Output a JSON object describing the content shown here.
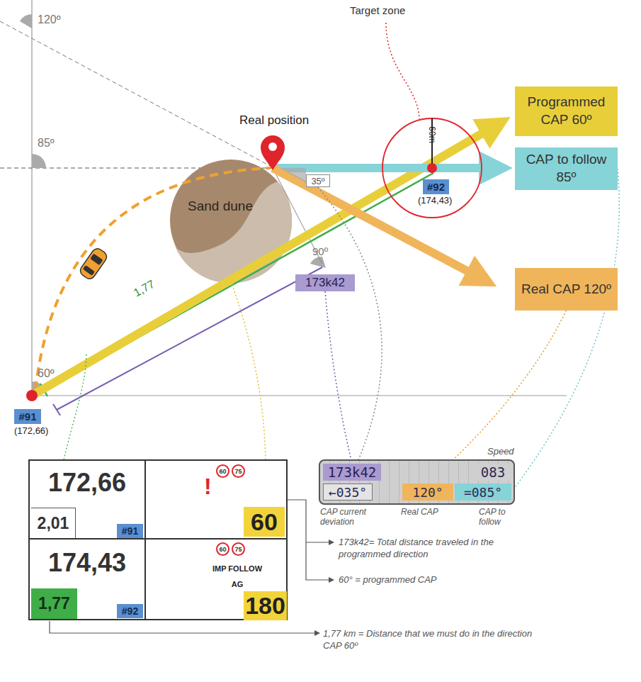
{
  "diagram": {
    "nodes": [
      {
        "text": [
          "Programmed CAP 60º"
        ]
      },
      {
        "text": [
          "CAP to follow 85º"
        ]
      },
      {
        "text": [
          "Real CAP 120º"
        ]
      },
      {
        "text": [
          "Sand dune"
        ]
      },
      {
        "text": [
          "35º"
        ]
      },
      {
        "text": [
          "173k42"
        ]
      },
      {
        "text": [
          "#91"
        ]
      },
      {
        "text": [
          "#92"
        ]
      },
      {
        "text": [
          "172,66"
        ]
      },
      {
        "text": [
          "2,01"
        ],
        "in": 8
      },
      {
        "text": [
          "#91"
        ],
        "in": 8
      },
      {
        "text": [
          "!"
        ]
      },
      {
        "text": [
          "60"
        ],
        "in": 11
      },
      {
        "text": [
          "75"
        ],
        "in": 11
      },
      {
        "text": [
          "60"
        ],
        "in": 11
      },
      {
        "text": [
          "174,43"
        ]
      },
      {
        "text": [
          "1,77"
        ],
        "in": 15
      },
      {
        "text": [
          "#92"
        ],
        "in": 15
      },
      {
        "text": [
          "IMP FOLLOW AG"
        ]
      },
      {
        "text": [
          "60"
        ],
        "in": 18
      },
      {
        "text": [
          "75"
        ],
        "in": 18
      },
      {
        "text": [
          "180"
        ],
        "in": 18
      },
      {
        "text": [
          "Speed"
        ]
      },
      {
        "text": [
          "173k42"
        ],
        "in": 22
      },
      {
        "text": [
          "083"
        ],
        "in": 22
      },
      {
        "text": [
          "←035°"
        ],
        "in": 22
      },
      {
        "text": [
          "120°"
        ],
        "in": 22
      },
      {
        "text": [
          "=085°"
        ],
        "in": 22
      }
    ],
    "edges": [
      {
        "from": 1,
        "to": 27,
        "arrow": "none"
      },
      {
        "from": 2,
        "to": 26,
        "arrow": "none"
      },
      {
        "from": 4,
        "to": 25,
        "arrow": "none"
      },
      {
        "from": 5,
        "to": 23,
        "arrow": "none"
      },
      {
        "from": 3,
        "to": 14,
        "arrow": "none"
      }
    ],
    "labels": [
      "Target zone",
      "Real position",
      "60m",
      "(174,43)",
      "(172,66)",
      "120º",
      "85º",
      "60º",
      "90º",
      "1,77",
      "CAP current deviation",
      "Real CAP",
      "CAP to follow",
      "173k42= Total distance traveled in the programmed direction",
      "60° = programmed CAP",
      "1,77 km = Distance that we must do in the direction CAP 60º"
    ]
  }
}
